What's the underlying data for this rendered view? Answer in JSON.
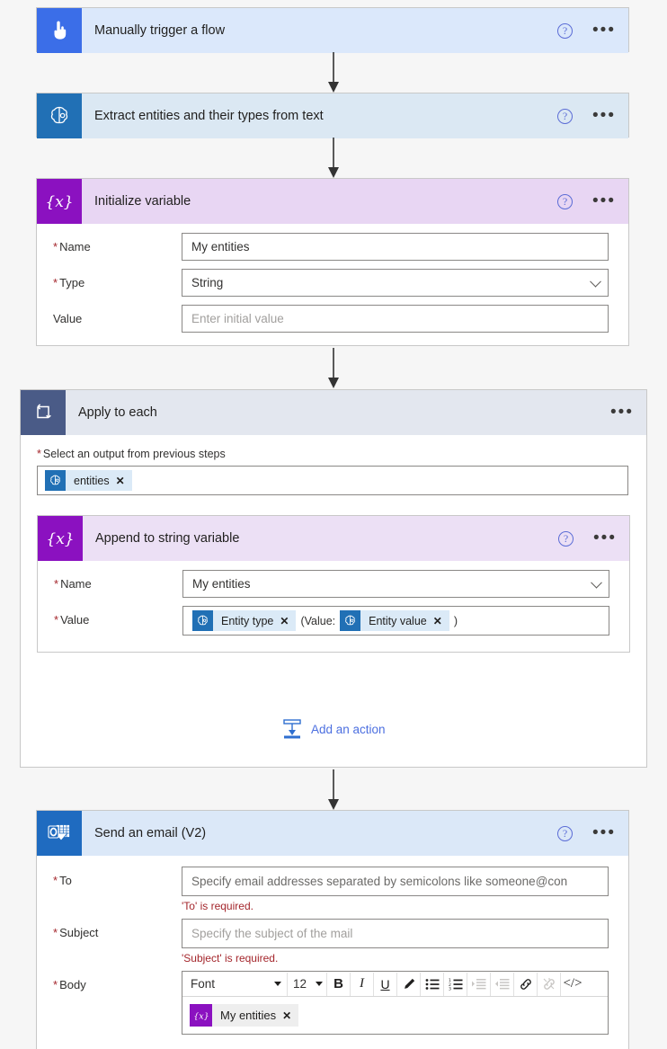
{
  "flow": {
    "steps": [
      {
        "id": "trigger",
        "title": "Manually trigger a flow",
        "icon": "hand-pointer-icon",
        "help_label": "?",
        "menu_label": "•••"
      },
      {
        "id": "extract",
        "title": "Extract entities and their types from text",
        "icon": "ai-brain-icon",
        "help_label": "?",
        "menu_label": "•••"
      },
      {
        "id": "init",
        "title": "Initialize variable",
        "icon": "variable-braces-icon",
        "help_label": "?",
        "menu_label": "•••",
        "fields": {
          "name_label": "Name",
          "name_value": "My entities",
          "type_label": "Type",
          "type_value": "String",
          "value_label": "Value",
          "value_placeholder": "Enter initial value"
        }
      },
      {
        "id": "loop",
        "title": "Apply to each",
        "icon": "loop-arrow-icon",
        "menu_label": "•••",
        "select_output_label": "Select an output from previous steps",
        "output_token": "entities",
        "token_close": "✕",
        "add_action_label": "Add an action"
      },
      {
        "id": "append",
        "title": "Append to string variable",
        "icon": "variable-braces-icon",
        "help_label": "?",
        "menu_label": "•••",
        "fields": {
          "name_label": "Name",
          "name_value": "My entities",
          "value_label": "Value",
          "value_tokens": [
            {
              "kind": "token",
              "text": "Entity type",
              "icon": "ai-brain-icon",
              "close": "✕"
            },
            {
              "kind": "text",
              "text": "(Value:"
            },
            {
              "kind": "token",
              "text": "Entity value",
              "icon": "ai-brain-icon",
              "close": "✕"
            },
            {
              "kind": "text",
              "text": ")"
            }
          ]
        }
      },
      {
        "id": "email",
        "title": "Send an email (V2)",
        "icon": "outlook-icon",
        "help_label": "?",
        "menu_label": "•••",
        "fields": {
          "to_label": "To",
          "to_placeholder": "Specify email addresses separated by semicolons like someone@con",
          "to_error": "'To' is required.",
          "subject_label": "Subject",
          "subject_placeholder": "Specify the subject of the mail",
          "subject_error": "'Subject' is required.",
          "body_label": "Body",
          "body_token": "My entities",
          "body_token_close": "✕"
        }
      }
    ]
  },
  "editor_toolbar": {
    "font_label": "Font",
    "size_label": "12",
    "buttons": [
      {
        "name": "bold-icon",
        "glyph": "B",
        "disabled": false
      },
      {
        "name": "italic-icon",
        "glyph": "I",
        "disabled": false
      },
      {
        "name": "underline-icon",
        "glyph": "U",
        "disabled": false
      },
      {
        "name": "text-color-pen-icon",
        "glyph": "✎",
        "disabled": false
      },
      {
        "name": "bulleted-list-icon",
        "glyph": "≡",
        "disabled": false
      },
      {
        "name": "numbered-list-icon",
        "glyph": "≡",
        "disabled": false
      },
      {
        "name": "indent-increase-icon",
        "glyph": "≡",
        "disabled": true
      },
      {
        "name": "indent-decrease-icon",
        "glyph": "≡",
        "disabled": true
      },
      {
        "name": "insert-link-icon",
        "glyph": "⚭",
        "disabled": false
      },
      {
        "name": "remove-link-icon",
        "glyph": "⚭",
        "disabled": true
      },
      {
        "name": "code-view-icon",
        "glyph": "</>",
        "disabled": false
      }
    ]
  },
  "colors": {
    "canvas_bg": "#f6f6f6",
    "trigger_header": "#dbe8fb",
    "trigger_icon": "#3b6ee8",
    "ai_header": "#dbe8f3",
    "ai_icon": "#2170b5",
    "variable_header": "#e8d6f3",
    "variable_icon": "#8b11c0",
    "loop_header": "#e3e7ef",
    "loop_icon": "#4a5b87",
    "mail_header": "#dbe8f8",
    "mail_icon": "#1f6bc0",
    "error_text": "#a4262c",
    "link_blue": "#4c6fe0",
    "token_bg": "#dbeaf7"
  }
}
